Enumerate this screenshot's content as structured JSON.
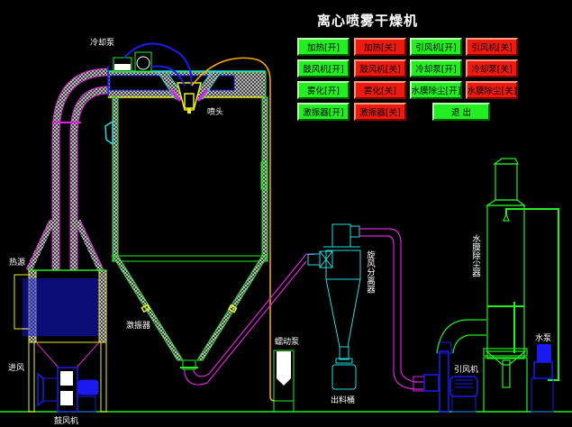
{
  "title": "离心喷雾干燥机",
  "buttons": [
    {
      "id": "heat-on",
      "label": "加热[开]",
      "state": "on"
    },
    {
      "id": "heat-off",
      "label": "加热[关]",
      "state": "off"
    },
    {
      "id": "induced-fan-on",
      "label": "引风机[开]",
      "state": "on"
    },
    {
      "id": "induced-fan-off",
      "label": "引风机[关]",
      "state": "off"
    },
    {
      "id": "blower-on",
      "label": "鼓风机[开]",
      "state": "on"
    },
    {
      "id": "blower-off",
      "label": "鼓风机[关]",
      "state": "off"
    },
    {
      "id": "cooling-pump-on",
      "label": "冷却泵[开]",
      "state": "on"
    },
    {
      "id": "cooling-pump-off",
      "label": "冷却泵[关]",
      "state": "off"
    },
    {
      "id": "atomize-on",
      "label": "雾化[开]",
      "state": "on"
    },
    {
      "id": "atomize-off",
      "label": "雾化[关]",
      "state": "off"
    },
    {
      "id": "water-film-on",
      "label": "水膜除尘[开]",
      "state": "on"
    },
    {
      "id": "water-film-off",
      "label": "水膜除尘[关]",
      "state": "off"
    },
    {
      "id": "vibrator-on",
      "label": "激振器[开]",
      "state": "on"
    },
    {
      "id": "vibrator-off",
      "label": "激振器[关]",
      "state": "off"
    },
    {
      "id": "exit",
      "label": "退 出",
      "state": "on"
    }
  ],
  "labels": {
    "cooling_pump": "冷却泵",
    "nozzle": "喷头",
    "heat_source": "热源",
    "air_inlet": "进风",
    "blower": "鼓风机",
    "vibrator": "激振器",
    "peristaltic_pump": "蠕动泵",
    "cyclone": "旋风分离器",
    "discharge_bucket": "出料桶",
    "induced_fan": "引风机",
    "water_film_collector": "水膜除尘器",
    "water_pump": "水泵"
  },
  "colors": {
    "button_on": "#22ee22",
    "button_off": "#ee1a10",
    "outline_green": "#22ee22",
    "pipe_magenta": "#dd22dd",
    "cyclone_cyan": "#22dddd",
    "motor_blue": "#1a1aee",
    "frame_yellow": "#eeee22",
    "feed_orange": "#ffaa00"
  }
}
